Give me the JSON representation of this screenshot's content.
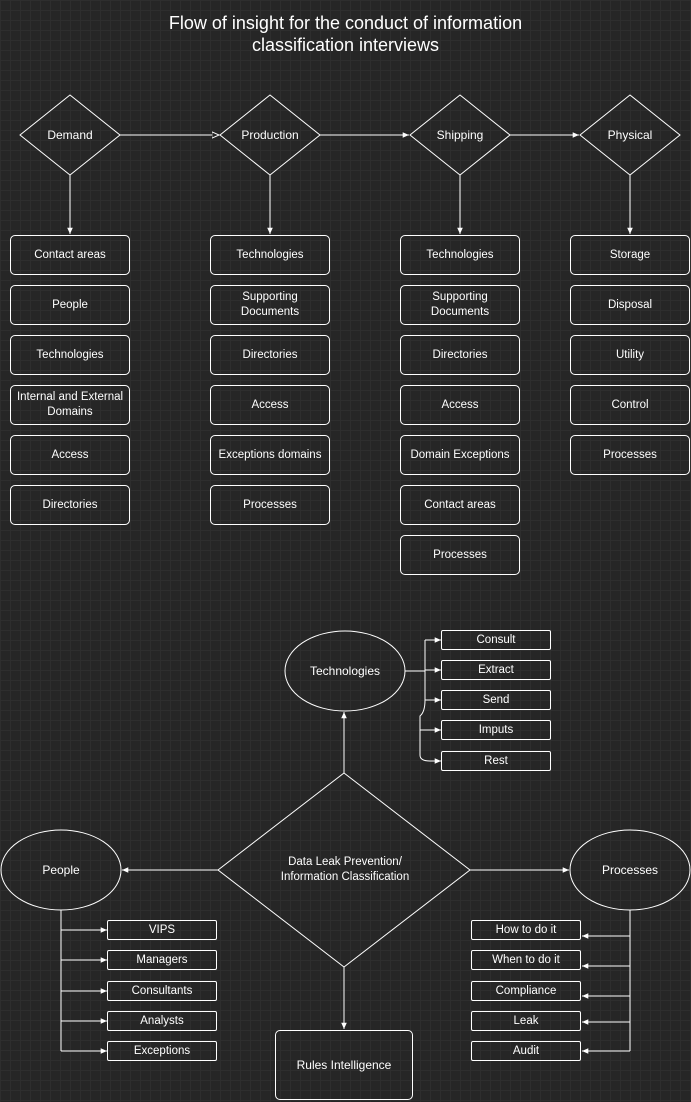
{
  "title": {
    "line1": "Flow of insight for the conduct of information",
    "line2": "classification interviews"
  },
  "flow": {
    "demand": {
      "label": "Demand",
      "items": [
        "Contact areas",
        "People",
        "Technologies",
        "Internal and External Domains",
        "Access",
        "Directories"
      ]
    },
    "production": {
      "label": "Production",
      "items": [
        "Technologies",
        "Supporting Documents",
        "Directories",
        "Access",
        "Exceptions domains",
        "Processes"
      ]
    },
    "shipping": {
      "label": "Shipping",
      "items": [
        "Technologies",
        "Supporting Documents",
        "Directories",
        "Access",
        "Domain Exceptions",
        "Contact areas",
        "Processes"
      ]
    },
    "physical": {
      "label": "Physical",
      "items": [
        "Storage",
        "Disposal",
        "Utility",
        "Control",
        "Processes"
      ]
    }
  },
  "hub": {
    "center_line1": "Data Leak Prevention/",
    "center_line2": "Information Classification",
    "technologies": {
      "label": "Technologies",
      "items": [
        "Consult",
        "Extract",
        "Send",
        "Imputs",
        "Rest"
      ]
    },
    "people": {
      "label": "People",
      "items": [
        "VIPS",
        "Managers",
        "Consultants",
        "Analysts",
        "Exceptions"
      ]
    },
    "processes": {
      "label": "Processes",
      "items": [
        "How to do it",
        "When to do it",
        "Compliance",
        "Leak",
        "Audit"
      ]
    },
    "rules": {
      "label": "Rules Intelligence"
    }
  },
  "colors": {
    "background": "#262626",
    "stroke": "#ffffff",
    "text": "#ffffff"
  }
}
